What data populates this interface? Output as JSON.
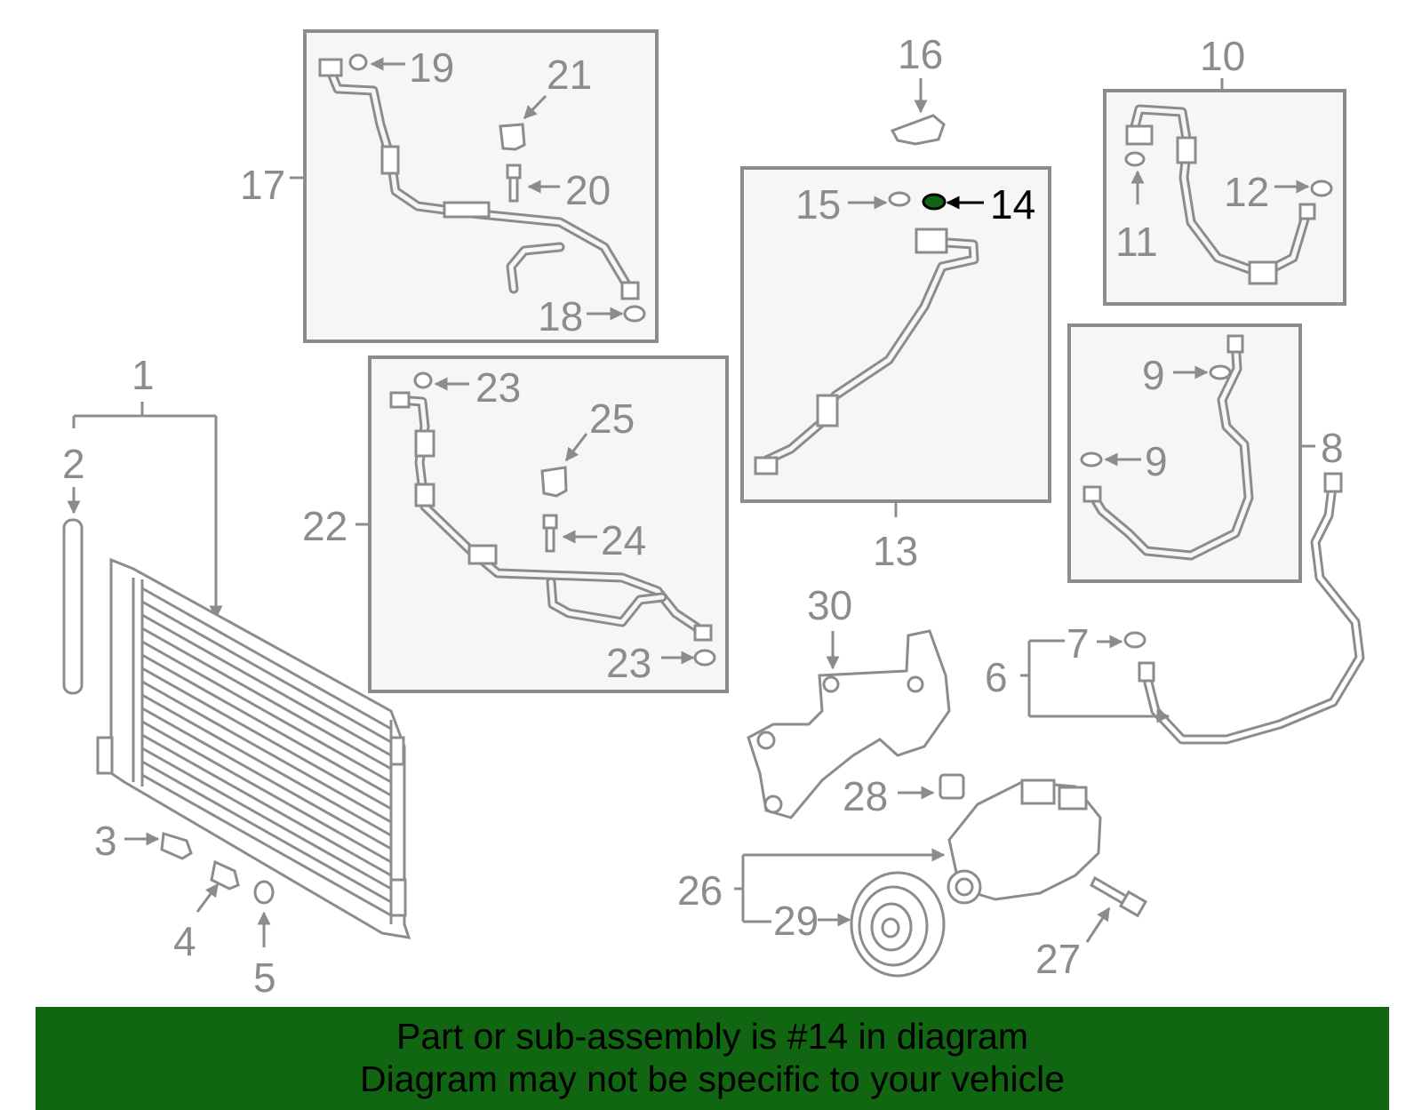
{
  "diagram": {
    "highlighted_part": "14",
    "highlight_color": "#116611",
    "label_color": "#8c8c8c",
    "labels": {
      "p1": "1",
      "p2": "2",
      "p3": "3",
      "p4": "4",
      "p5": "5",
      "p6": "6",
      "p7": "7",
      "p8": "8",
      "p9a": "9",
      "p9b": "9",
      "p10": "10",
      "p11": "11",
      "p12": "12",
      "p13": "13",
      "p14": "14",
      "p15": "15",
      "p16": "16",
      "p17": "17",
      "p18": "18",
      "p19": "19",
      "p20": "20",
      "p21": "21",
      "p22": "22",
      "p23a": "23",
      "p23b": "23",
      "p24": "24",
      "p25": "25",
      "p26": "26",
      "p27": "27",
      "p28": "28",
      "p29": "29",
      "p30": "30"
    }
  },
  "banner": {
    "line1": "Part or sub-assembly is #14 in diagram",
    "line2": "Diagram may not be specific to your vehicle",
    "background": "#116611"
  }
}
